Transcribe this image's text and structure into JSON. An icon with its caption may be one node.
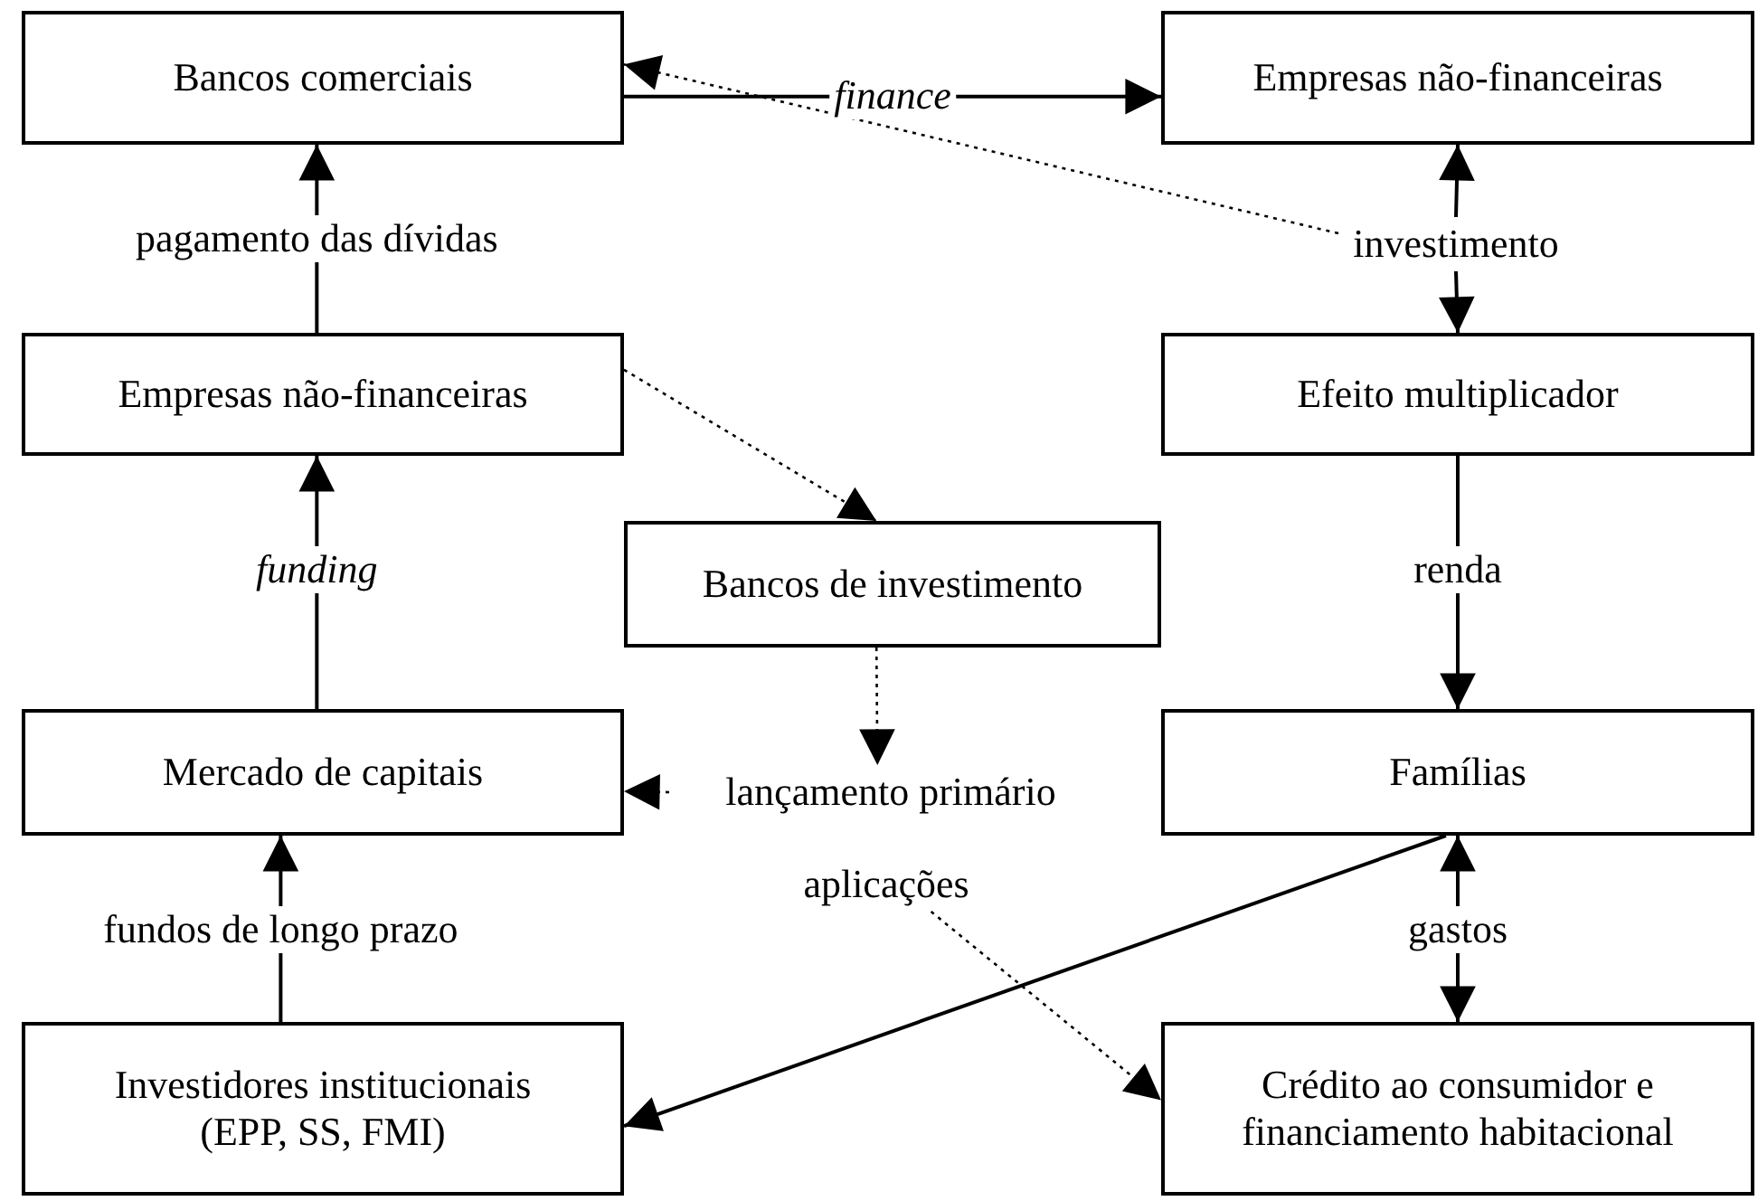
{
  "diagram": {
    "nodes": [
      {
        "text": [
          "Bancos comerciais"
        ]
      },
      {
        "text": [
          "Empresas não-financeiras"
        ]
      },
      {
        "text": [
          "investimento"
        ]
      },
      {
        "text": [
          "Empresas não-financeiras"
        ]
      },
      {
        "text": [
          "Efeito multiplicador"
        ]
      },
      {
        "text": [
          "Bancos de investimento"
        ]
      },
      {
        "text": [
          "Mercado de capitais"
        ]
      },
      {
        "text": [
          "lançamento primário"
        ]
      },
      {
        "text": [
          "Famílias"
        ]
      },
      {
        "text": [
          "aplicações"
        ]
      },
      {
        "text": [
          "Investidores institucionais (EPP, SS, FMI)"
        ]
      },
      {
        "text": [
          "Crédito ao consumidor e financiamento habitacional"
        ]
      }
    ],
    "edges": [
      {
        "from": 0,
        "to": 1,
        "arrow": "to",
        "label": "*finance*"
      },
      {
        "from": 2,
        "to": 1,
        "arrow": "to"
      },
      {
        "from": 2,
        "to": 4,
        "arrow": "to"
      },
      {
        "from": 2,
        "to": 0,
        "arrow": "to",
        "style": "dashed"
      },
      {
        "from": 3,
        "to": 0,
        "arrow": "to",
        "label": "pagamento das dívidas"
      },
      {
        "from": 3,
        "to": 5,
        "arrow": "to",
        "style": "dashed"
      },
      {
        "from": 6,
        "to": 3,
        "arrow": "to",
        "label": "*funding*"
      },
      {
        "from": 4,
        "to": 8,
        "arrow": "to",
        "label": "renda"
      },
      {
        "from": 5,
        "to": 7,
        "arrow": "to",
        "style": "dashed"
      },
      {
        "from": 7,
        "to": 6,
        "arrow": "to",
        "style": "dashed"
      },
      {
        "from": 8,
        "to": 10,
        "arrow": "to"
      },
      {
        "from": 9,
        "to": 11,
        "arrow": "to",
        "style": "dashed"
      },
      {
        "from": 10,
        "to": 6,
        "arrow": "to",
        "label": "fundos de longo prazo"
      },
      {
        "from": 8,
        "to": 11,
        "arrow": "both",
        "label": "gastos"
      }
    ]
  }
}
